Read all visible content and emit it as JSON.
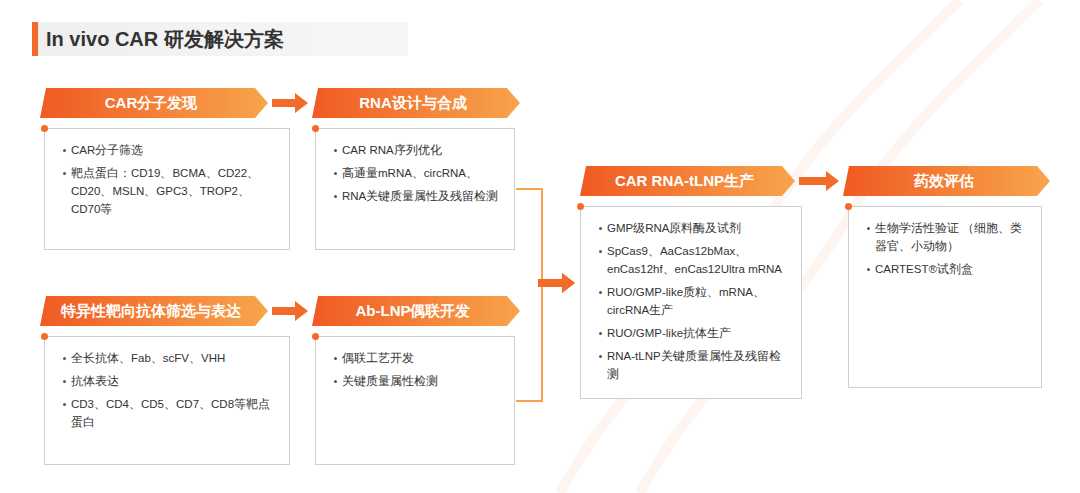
{
  "diagram": {
    "title": "In vivo CAR 研发解决方案",
    "nodes": [
      {
        "text": [
          "CAR分子发现",
          "CAR分子筛选",
          "靶点蛋白：CD19、BCMA、CD22、CD20、MSLN、GPC3、TROP2、CD70等"
        ]
      },
      {
        "text": [
          "RNA设计与合成",
          "CAR RNA序列优化",
          "高通量mRNA、circRNA、",
          "RNA关键质量属性及残留检测"
        ]
      },
      {
        "text": [
          "特异性靶向抗体筛选与表达",
          "全长抗体、Fab、scFV、VHH",
          "抗体表达",
          "CD3、CD4、CD5、CD7、CD8等靶点蛋白"
        ]
      },
      {
        "text": [
          "Ab-LNP偶联开发",
          "偶联工艺开发",
          "关键质量属性检测"
        ]
      },
      {
        "text": [
          "CAR RNA-tLNP生产",
          "GMP级RNA原料酶及试剂",
          "SpCas9、AaCas12bMax、enCas12hf、enCas12Ultra mRNA",
          "RUO/GMP-like质粒、mRNA、circRNA生产",
          "RUO/GMP-like抗体生产",
          "RNA-tLNP关键质量属性及残留检测"
        ]
      },
      {
        "text": [
          "药效评估",
          "生物学活性验证 （细胞、类器官、小动物）",
          "CARTEST®试剂盒"
        ]
      }
    ],
    "edges": [
      {
        "from": 0,
        "to": 1,
        "arrow": "to"
      },
      {
        "from": 2,
        "to": 3,
        "arrow": "to"
      },
      {
        "from": 1,
        "to": 4,
        "arrow": "to"
      },
      {
        "from": 3,
        "to": 4,
        "arrow": "to"
      },
      {
        "from": 4,
        "to": 5,
        "arrow": "to"
      }
    ]
  }
}
